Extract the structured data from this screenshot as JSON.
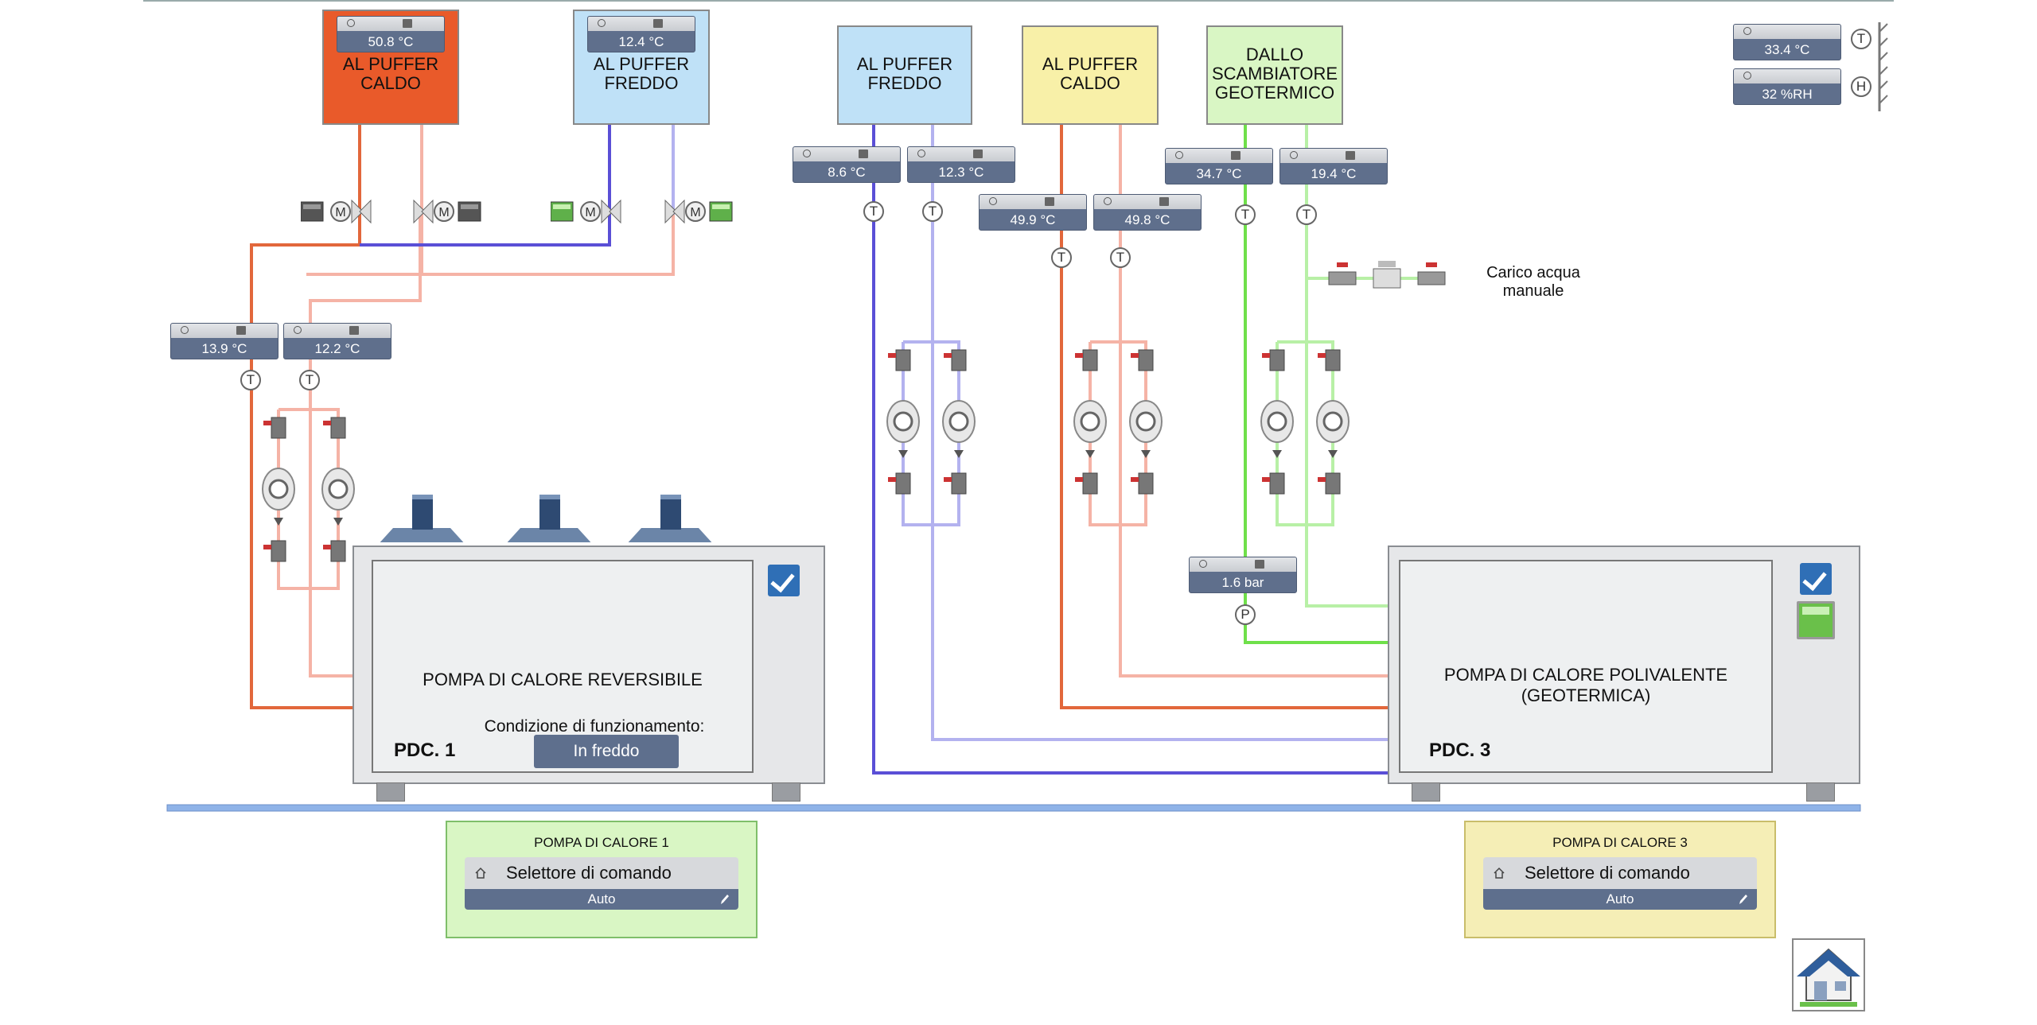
{
  "sources": {
    "puffer_caldo_left": "AL PUFFER\nCALDO",
    "puffer_freddo_left": "AL PUFFER\nFREDDO",
    "puffer_freddo_mid": "AL PUFFER\nFREDDO",
    "puffer_caldo_mid": "AL PUFFER\nCALDO",
    "scambiatore": "DALLO\nSCAMBIATORE\nGEOTERMICO"
  },
  "colors": {
    "hot": "#e2673b",
    "hot_return": "#f5b3a6",
    "cold": "#5a4fd6",
    "cold_return": "#b3b2ef",
    "geo": "#6fe04a",
    "geo_return": "#b8f0a6",
    "box_hot_bg": "#e95a2a",
    "box_cold_bg": "#bfe1f7",
    "box_yellow_bg": "#f8f0a8",
    "box_green_bg": "#d9f6c4",
    "accent": "#5e6f8d"
  },
  "sensors": {
    "s_puffer_caldo": "50.8 °C",
    "s_puffer_freddo": "12.4 °C",
    "s_pdc1_out": "13.9 °C",
    "s_pdc1_ret": "12.2 °C",
    "s_freddo_a": "8.6 °C",
    "s_freddo_b": "12.3 °C",
    "s_caldo_a": "49.9 °C",
    "s_caldo_b": "49.8 °C",
    "s_geo_a": "34.7 °C",
    "s_geo_b": "19.4 °C",
    "s_pressure": "1.6 bar",
    "s_ext_temp": "33.4 °C",
    "s_ext_hum": "32 %RH"
  },
  "symbols": {
    "temp": "T",
    "press": "P",
    "hum": "H",
    "motor": "M"
  },
  "carico": "Carico acqua\nmanuale",
  "pdc1": {
    "name": "POMPA DI CALORE REVERSIBILE",
    "code": "PDC. 1",
    "cond_label": "Condizione di funzionamento:",
    "cond_value": "In freddo"
  },
  "pdc3": {
    "name": "POMPA DI CALORE POLIVALENTE\n(GEOTERMICA)",
    "code": "PDC. 3"
  },
  "sel1": {
    "title": "POMPA DI CALORE 1",
    "label": "Selettore di comando",
    "value": "Auto"
  },
  "sel3": {
    "title": "POMPA DI CALORE 3",
    "label": "Selettore di comando",
    "value": "Auto"
  },
  "icons": [
    "home-icon",
    "pencil-icon",
    "check-icon",
    "valve-icon",
    "pump-icon",
    "fan-icon",
    "home-button-icon"
  ]
}
